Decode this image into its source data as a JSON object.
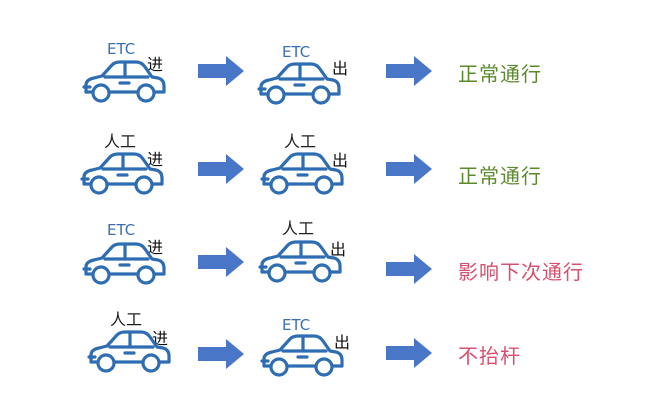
{
  "colors": {
    "car_stroke": "#2f6db3",
    "arrow_fill": "#4a76c8",
    "ok": "#5a8a2c",
    "warn": "#d8506e"
  },
  "icons": {
    "car": "car-icon",
    "arrow": "arrow-right-icon"
  },
  "rows": [
    {
      "entry_label": "ETC",
      "entry_word": "进",
      "exit_label": "ETC",
      "exit_word": "出",
      "result": "正常通行",
      "result_status": "ok"
    },
    {
      "entry_label": "人工",
      "entry_word": "进",
      "exit_label": "人工",
      "exit_word": "出",
      "result": "正常通行",
      "result_status": "ok"
    },
    {
      "entry_label": "ETC",
      "entry_word": "进",
      "exit_label": "人工",
      "exit_word": "出",
      "result": "影响下次通行",
      "result_status": "warn"
    },
    {
      "entry_label": "人工",
      "entry_word": "进",
      "exit_label": "ETC",
      "exit_word": "出",
      "result": "不抬杆",
      "result_status": "warn"
    }
  ]
}
